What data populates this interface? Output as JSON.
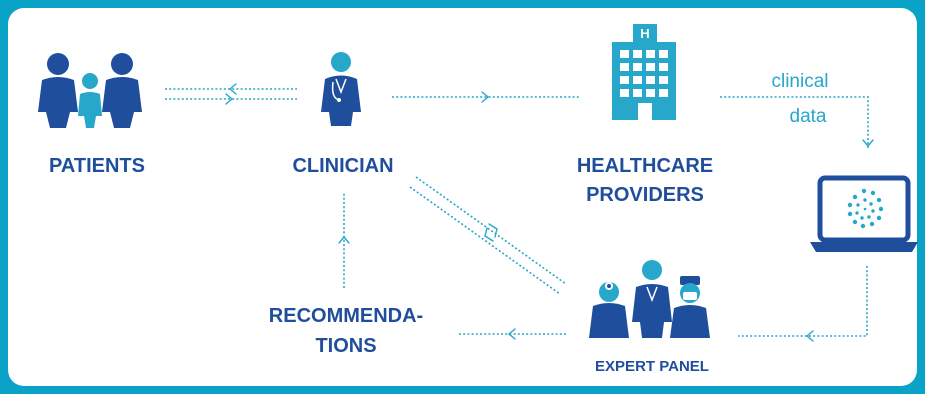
{
  "nodes": {
    "patients": "PATIENTS",
    "clinician": "CLINICIAN",
    "healthcare_line1": "HEALTHCARE",
    "healthcare_line2": "PROVIDERS",
    "recommend_line1": "RECOMMENDA-",
    "recommend_line2": "TIONS",
    "expert_panel": "EXPERT PANEL"
  },
  "edges": {
    "clinical_line1": "clinical",
    "clinical_line2": "data",
    "hospital_sign": "H"
  },
  "colors": {
    "frame": "#0aa2c6",
    "navy": "#1f4e9c",
    "accent": "#27a7c9"
  },
  "icons": [
    "family-icon",
    "doctor-icon",
    "hospital-icon",
    "laptop-icon",
    "expert-panel-icon"
  ]
}
